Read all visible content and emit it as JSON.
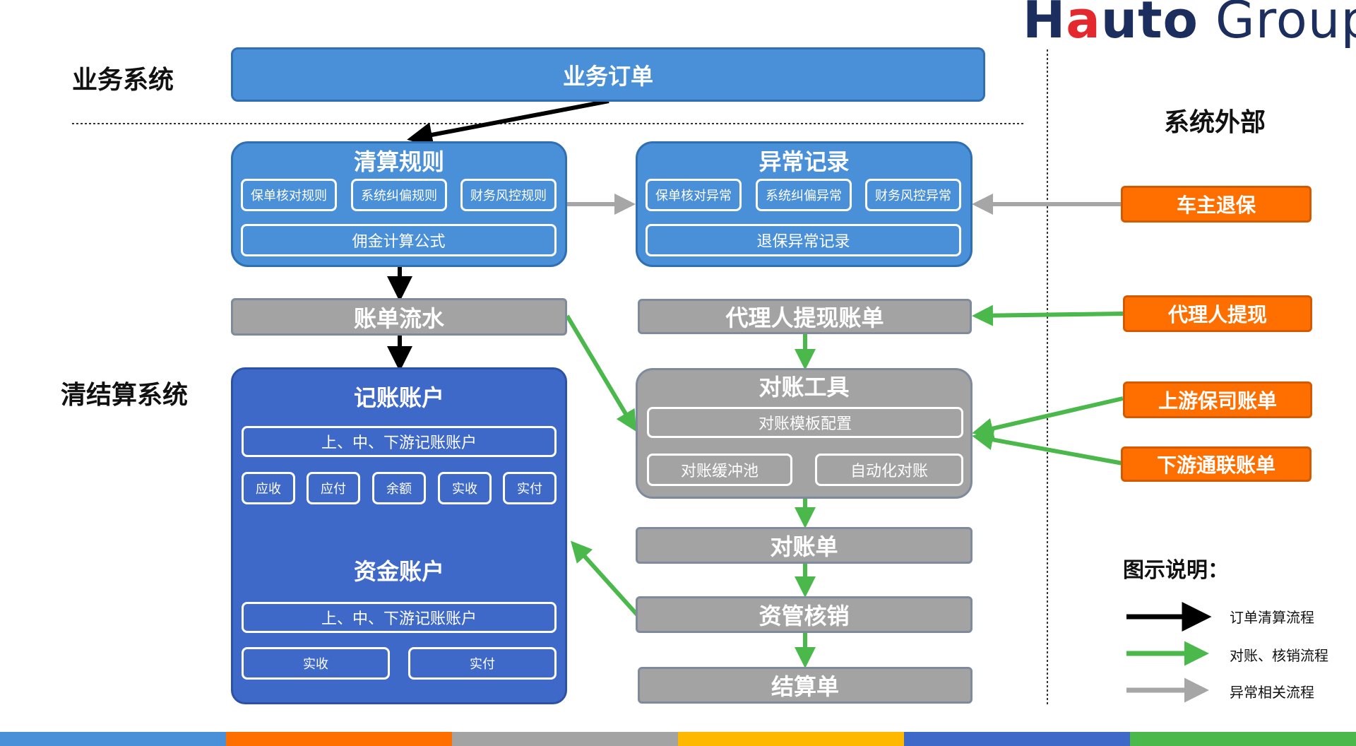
{
  "logo": {
    "brand_prefix": "H",
    "brand_accent": "a",
    "brand_suffix": "uto",
    "brand_group": " Group"
  },
  "sections": {
    "business": "业务系统",
    "clearing": "清结算系统",
    "external": "系统外部"
  },
  "business_order": "业务订单",
  "clearing_rules": {
    "title": "清算规则",
    "items": [
      "保单核对规则",
      "系统纠偏规则",
      "财务风控规则"
    ],
    "formula": "佣金计算公式"
  },
  "anomaly_record": {
    "title": "异常记录",
    "items": [
      "保单核对异常",
      "系统纠偏异常",
      "财务风控异常"
    ],
    "refund_record": "退保异常记录"
  },
  "bill_flow": "账单流水",
  "agent_withdraw_bill": "代理人提现账单",
  "reconciliation_tool": {
    "title": "对账工具",
    "template": "对账模板配置",
    "buffer_pool": "对账缓冲池",
    "auto": "自动化对账"
  },
  "statement": "对账单",
  "asset_writeoff": "资管核销",
  "settlement": "结算单",
  "ledger_account": {
    "title": "记账账户",
    "levels": "上、中、下游记账账户",
    "items": [
      "应收",
      "应付",
      "余额",
      "实收",
      "实付"
    ]
  },
  "fund_account": {
    "title": "资金账户",
    "levels": "上、中、下游记账账户",
    "items": [
      "实收",
      "实付"
    ]
  },
  "external": {
    "car_refund": "车主退保",
    "agent_withdraw": "代理人提现",
    "upstream_bill": "上游保司账单",
    "downstream_bill": "下游通联账单"
  },
  "legend": {
    "title": "图示说明：",
    "order_flow": "订单清算流程",
    "recon_flow": "对账、核销流程",
    "anomaly_flow": "异常相关流程"
  },
  "colors": {
    "black_arrow": "#000000",
    "green_arrow": "#4ab84a",
    "gray_arrow": "#a6a6a6",
    "stripe": [
      "#4a90d9",
      "#ff6f00",
      "#a3a3a3",
      "#ffb800",
      "#3f69c9",
      "#4ab84a"
    ]
  }
}
